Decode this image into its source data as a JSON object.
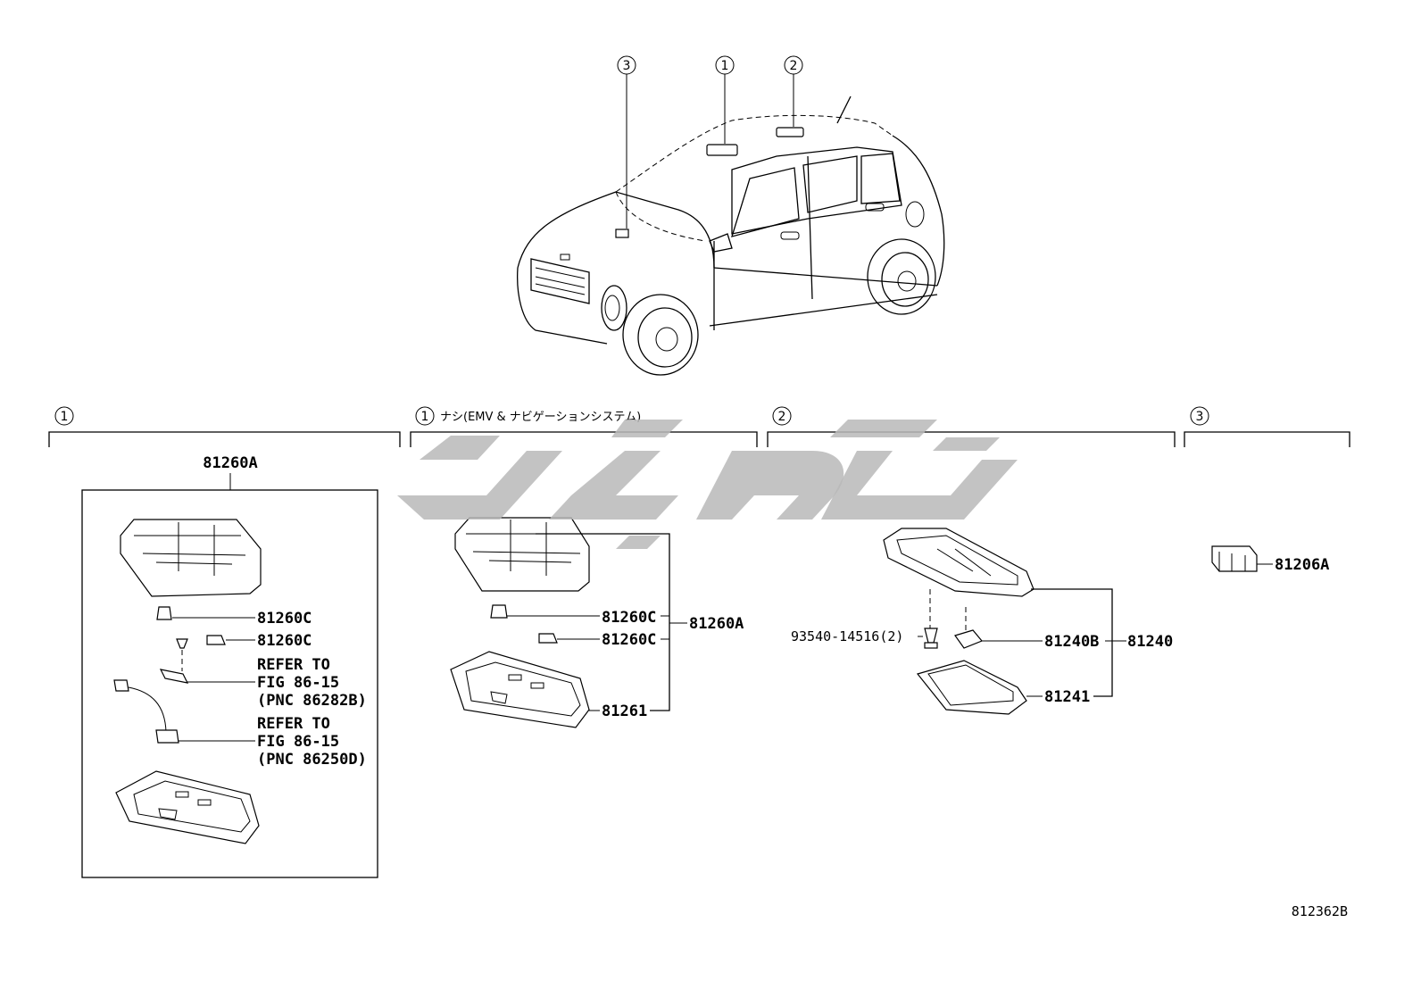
{
  "callouts": {
    "car_1": "1",
    "car_2": "2",
    "car_3": "3"
  },
  "sections": {
    "s1": {
      "marker": "1"
    },
    "s1b": {
      "marker": "1",
      "note": "ナシ(EMV & ナビゲーションシステム)"
    },
    "s2": {
      "marker": "2"
    },
    "s3": {
      "marker": "3"
    }
  },
  "parts": {
    "s1_assy": "81260A",
    "s1_bulb_a": "81260C",
    "s1_bulb_b": "81260C",
    "s1_ref1": [
      "REFER TO",
      "FIG 86-15",
      "(PNC 86282B)"
    ],
    "s1_ref2": [
      "REFER TO",
      "FIG 86-15",
      "(PNC 86250D)"
    ],
    "s1b_bulb_a": "81260C",
    "s1b_bulb_b": "81260C",
    "s1b_assy": "81260A",
    "s1b_lens": "81261",
    "s2_screw": "93540-14516(2)",
    "s2_bulb": "81240B",
    "s2_assy": "81240",
    "s2_lens": "81241",
    "s3_switch": "81206A"
  },
  "figure_id": "812362B"
}
